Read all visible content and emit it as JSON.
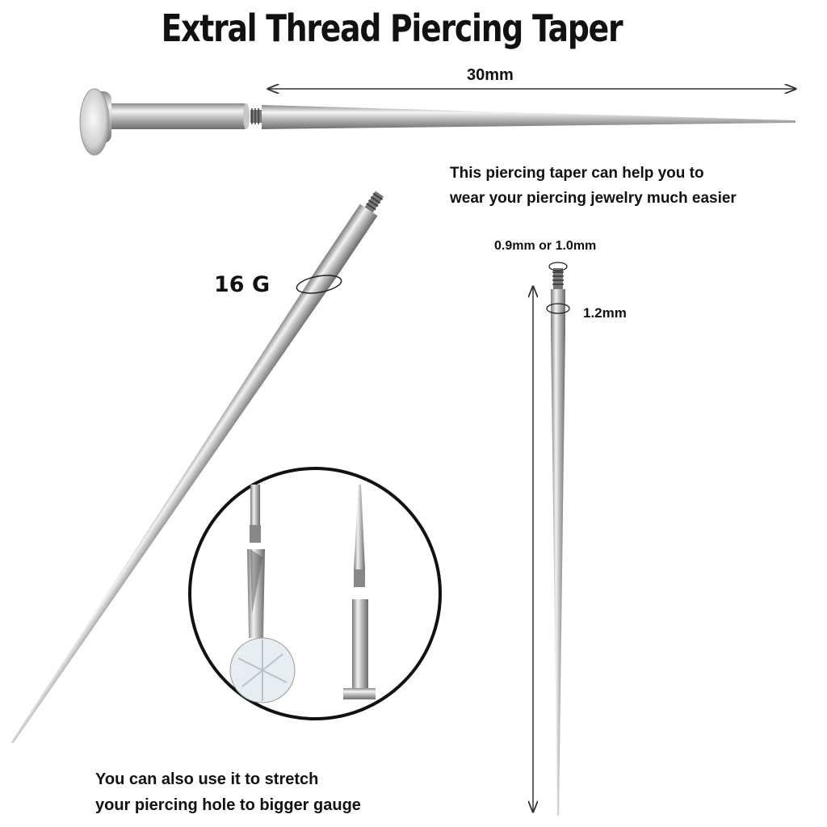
{
  "title": "Extral Thread Piercing Taper",
  "length_label": "30mm",
  "description": [
    "This piercing taper can help you to",
    "wear your piercing jewelry much easier"
  ],
  "gauge_label": "16 G",
  "thread_label": "0.9mm or 1.0mm",
  "diameter_label": "1.2mm",
  "bottom_text": [
    "You can also use it to stretch",
    "your piercing hole to bigger gauge"
  ]
}
